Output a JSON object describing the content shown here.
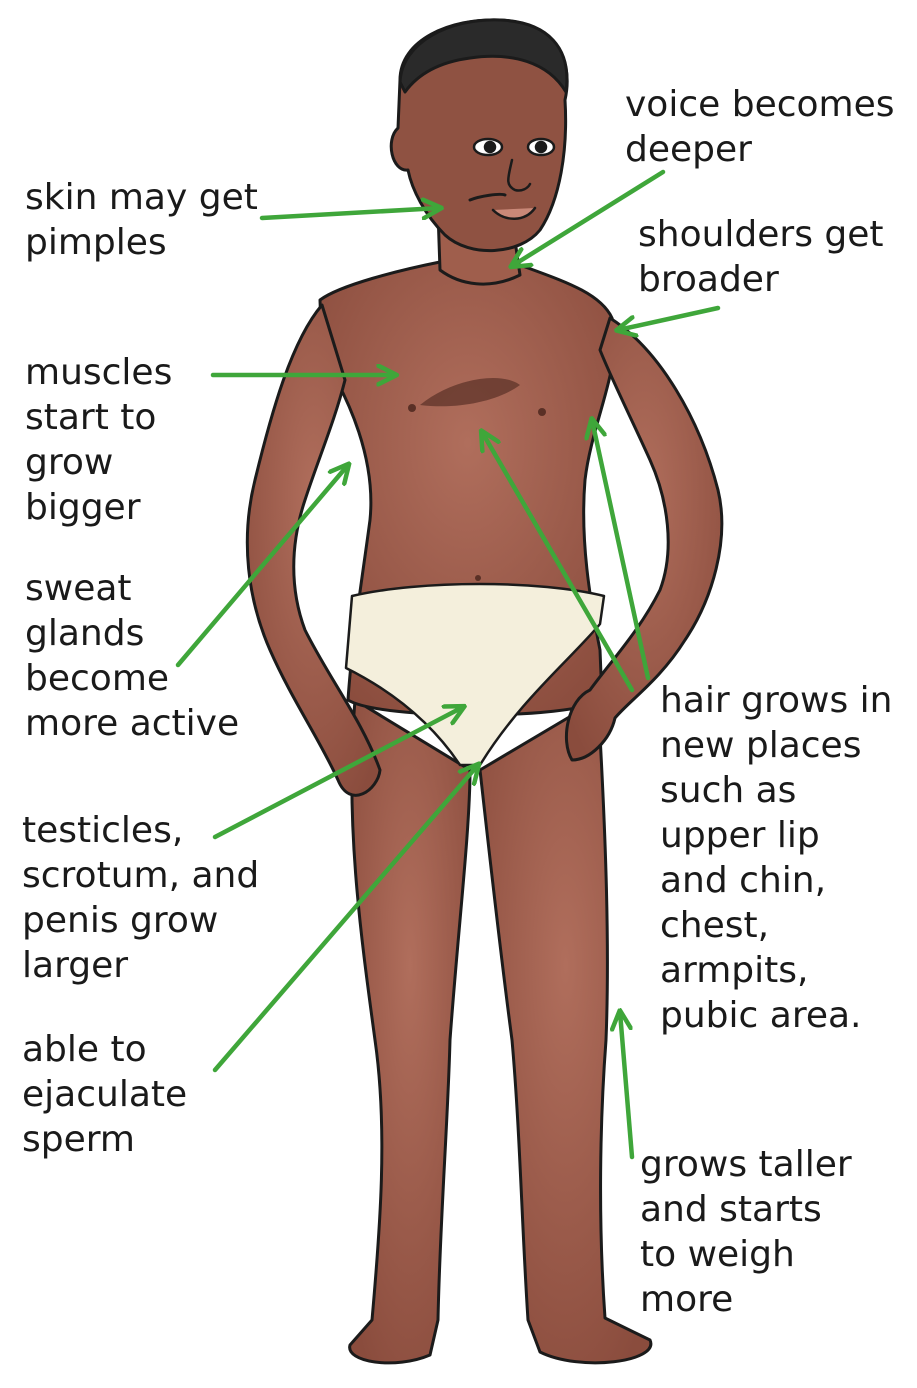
{
  "colors": {
    "arrow": "#3fa63a",
    "skin": "#9b5a48",
    "skin_dark": "#6e3a2e",
    "outline": "#1b1b1b",
    "underwear": "#f4efdc",
    "hair": "#2a2a2a"
  },
  "labels": {
    "voice": "voice becomes\ndeeper",
    "skin": "skin may get\npimples",
    "shoulders": "shoulders get\nbroader",
    "muscles": "muscles\nstart to\ngrow\nbigger",
    "sweat": "sweat\nglands\nbecome\nmore active",
    "hair": "hair grows in\nnew places\nsuch as\nupper lip\nand chin,\nchest,\narmpits,\npubic area.",
    "testicles": "testicles,\nscrotum, and\npenis grow\nlarger",
    "ejaculate": "able to\nejaculate\nsperm",
    "taller": "grows taller\nand starts\nto weigh\nmore"
  }
}
